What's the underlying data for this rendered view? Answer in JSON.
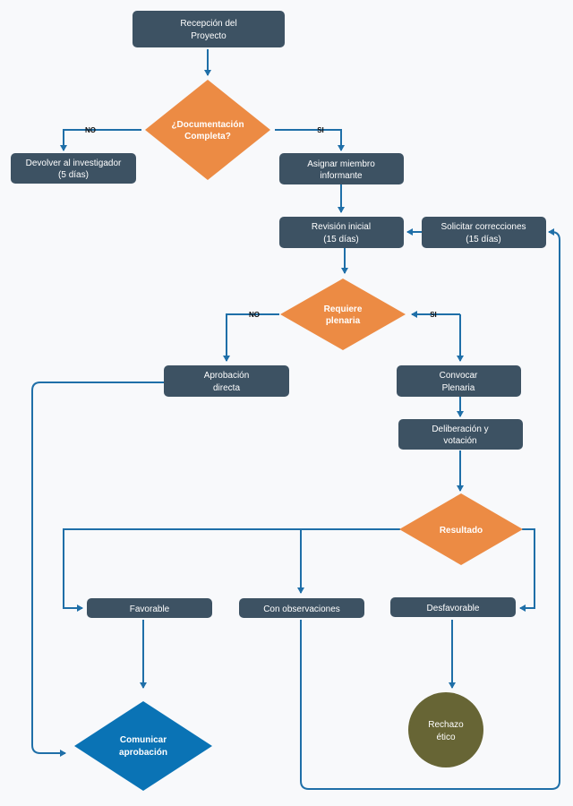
{
  "colors": {
    "box": "#3d5263",
    "box_text": "#ffffff",
    "decision": "#ec8b44",
    "decision_final": "#0a73b5",
    "terminal": "#676535",
    "arrow": "#1f6fa8",
    "background": "#f8f9fb"
  },
  "nodes": {
    "recepcion": {
      "line1": "Recepción del",
      "line2": "Proyecto"
    },
    "documentacion": {
      "line1": "¿Documentación",
      "line2": "Completa?"
    },
    "devolver": {
      "line1": "Devolver al investigador",
      "line2": "(5 días)"
    },
    "asignar": {
      "line1": "Asignar miembro",
      "line2": "informante"
    },
    "revision": {
      "line1": "Revisión inicial",
      "line2": "(15 días)"
    },
    "solicitar": {
      "line1": "Solicitar correcciones",
      "line2": "(15 días)"
    },
    "requiere": {
      "line1": "Requiere",
      "line2": "plenaria"
    },
    "aprobacion": {
      "line1": "Aprobación",
      "line2": "directa"
    },
    "convocar": {
      "line1": "Convocar",
      "line2": "Plenaria"
    },
    "deliberacion": {
      "line1": "Deliberación y",
      "line2": "votación"
    },
    "resultado": {
      "label": "Resultado"
    },
    "favorable": {
      "label": "Favorable"
    },
    "observaciones": {
      "label": "Con observaciones"
    },
    "desfavorable": {
      "label": "Desfavorable"
    },
    "rechazo": {
      "line1": "Rechazo",
      "line2": "ético"
    },
    "comunicar": {
      "line1": "Comunicar",
      "line2": "aprobación"
    }
  },
  "edge_labels": {
    "doc_no": "NO",
    "doc_si": "SI",
    "req_no": "NO",
    "req_si": "SI"
  }
}
